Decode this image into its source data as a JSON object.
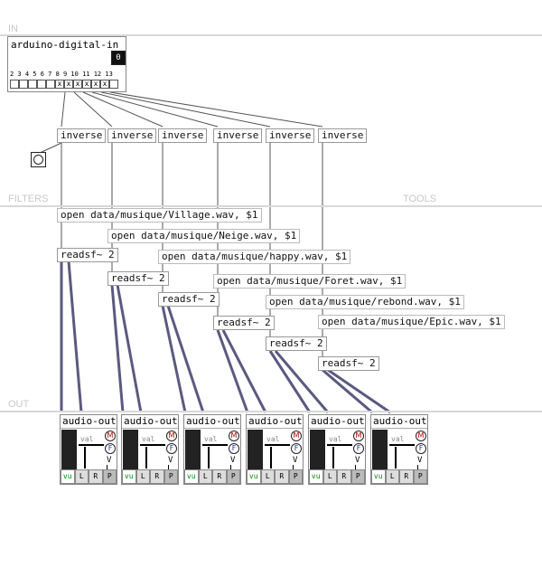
{
  "sections": {
    "in": "IN",
    "filters": "FILTERS",
    "tools": "TOOLS",
    "out": "OUT"
  },
  "arduino": {
    "title": "arduino-digital-in",
    "number": "0",
    "pins": "2 3 4 5 6 7 8 9 10 11 12 13",
    "pin_states": [
      "",
      "",
      "",
      "",
      "",
      "x",
      "x",
      "x",
      "x",
      "x",
      "x",
      ""
    ]
  },
  "inverse_label": "inverse",
  "messages": [
    "open data/musique/Village.wav, $1",
    "open data/musique/Neige.wav, $1",
    "open data/musique/happy.wav, $1",
    "open data/musique/Foret.wav, $1",
    "open data/musique/rebond.wav, $1",
    "open data/musique/Epic.wav, $1"
  ],
  "readsf_label": "readsf~ 2",
  "audio_out": {
    "title": "audio-out",
    "val": "val",
    "m": "M",
    "f": "F",
    "v": "V",
    "foot": [
      "vu",
      "L",
      "R",
      "P"
    ]
  }
}
